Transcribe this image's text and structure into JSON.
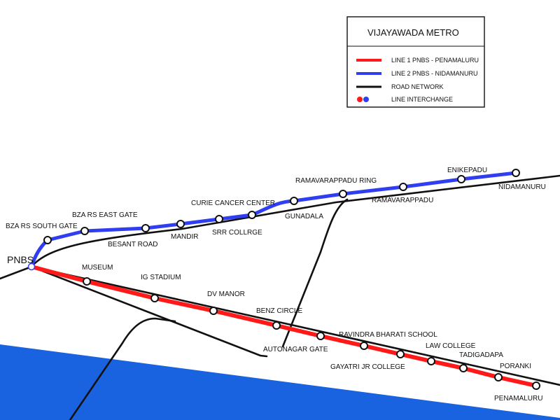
{
  "colors": {
    "water": "#1a63e0",
    "line1": "#ff1a1a",
    "line2": "#2e3ef0",
    "road": "#111111",
    "station_fill": "#ffffff",
    "station_stroke": "#111111"
  },
  "legend": {
    "title": "VIJAYAWADA METRO",
    "items": [
      {
        "label": "LINE 1  PNBS - PENAMALURU",
        "color": "#ff1a1a"
      },
      {
        "label": "LINE 2  PNBS - NIDAMANURU",
        "color": "#2e3ef0"
      },
      {
        "label": "ROAD NETWORK",
        "color": "#111111"
      },
      {
        "label": "LINE INTERCHANGE",
        "color": "#2e3ef0"
      }
    ]
  },
  "interchange": {
    "name": "PNBS"
  },
  "line1": {
    "name": "PNBS - PENAMALURU",
    "stations": [
      "MUSEUM",
      "IG STADIUM",
      "DV MANOR",
      "BENZ CIRCLE",
      "AUTONAGAR GATE",
      "GAYATRI JR COLLEGE",
      "RAVINDRA BHARATI SCHOOL",
      "LAW COLLEGE",
      "TADIGADAPA",
      "PORANKI",
      "PENAMALURU"
    ]
  },
  "line2": {
    "name": "PNBS - NIDAMANURU",
    "stations": [
      "BZA RS SOUTH GATE",
      "BZA RS EAST GATE",
      "BESANT ROAD",
      "MANDIR",
      "SRR COLLRGE",
      "CURIE CANCER CENTER",
      "GUNADALA",
      "RAMAVARAPPADU RING",
      "RAMAVARAPPADU",
      "ENIKEPADU",
      "NIDAMANURU"
    ]
  }
}
